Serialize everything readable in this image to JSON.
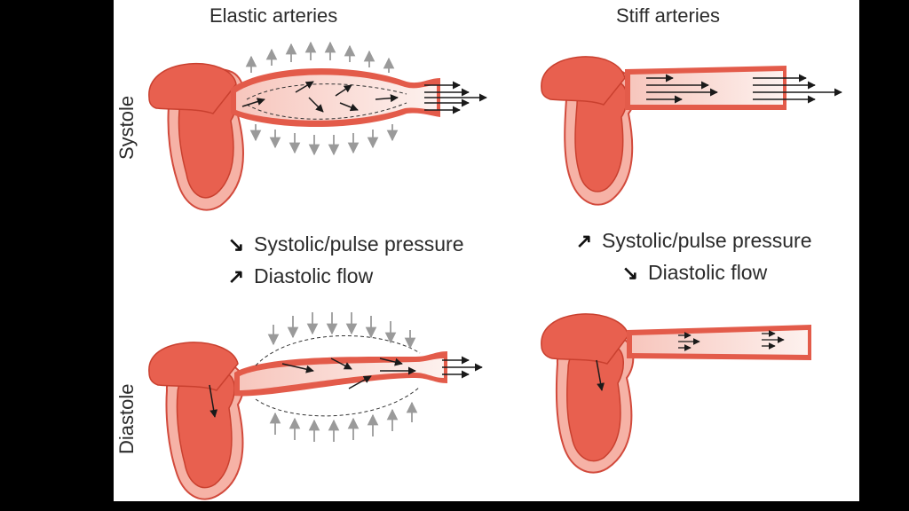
{
  "columns": {
    "elastic": "Elastic arteries",
    "stiff": "Stiff arteries"
  },
  "rows": {
    "systole": "Systole",
    "diastole": "Diastole"
  },
  "effects": {
    "elastic": [
      {
        "direction": "down",
        "label": "Systolic/pulse pressure"
      },
      {
        "direction": "up",
        "label": "Diastolic flow"
      }
    ],
    "stiff": [
      {
        "direction": "up",
        "label": "Systolic/pulse pressure"
      },
      {
        "direction": "down",
        "label": "Diastolic flow"
      }
    ]
  },
  "colors": {
    "heart_fill": "#e8604f",
    "heart_outline": "#d24a3c",
    "heart_rim": "#f6b2a6",
    "vessel_wall": "#e35b4a",
    "vessel_lumen": "#fbe4df",
    "expansion_arrow": "#9a9a9a",
    "flow_arrow": "#1a1a1a"
  }
}
